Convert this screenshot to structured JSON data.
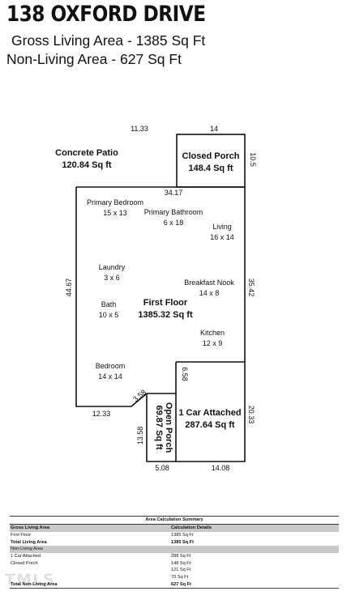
{
  "header": {
    "title": "138 OXFORD DRIVE",
    "gross_living": "Gross Living Area - 1385 Sq Ft",
    "non_living": "Non-Living Area - 627 Sq Ft"
  },
  "plan": {
    "dims": {
      "patio_top": "11.33",
      "porch_top": "14",
      "porch_right": "10.5",
      "main_top": "34.17",
      "left": "44.67",
      "right": "35.42",
      "garage_left": "6.58",
      "garage_right": "20.33",
      "diag": "3.58",
      "bottom_left": "12.33",
      "openporch_left": "13.58",
      "openporch_bottom": "5.08",
      "garage_bottom": "14.08"
    },
    "areas": {
      "patio_name": "Concrete Patio",
      "patio_sqft": "120.84 Sq ft",
      "closed_porch_name": "Closed Porch",
      "closed_porch_sqft": "148.4 Sq ft",
      "first_floor_name": "First Floor",
      "first_floor_sqft": "1385.32 Sq ft",
      "garage_name": "1 Car Attached",
      "garage_sqft": "287.64 Sq ft",
      "open_porch_name": "Open Porch",
      "open_porch_sqft": "69.87 Sq ft"
    },
    "rooms": {
      "primary_bed": "Primary Bedroom",
      "primary_bed_size": "15 x 13",
      "primary_bath": "Primary Bathroom",
      "primary_bath_size": "6 x 18",
      "living": "Living",
      "living_size": "16 x 14",
      "laundry": "Laundry",
      "laundry_size": "3 x 6",
      "breakfast": "Breakfast Nook",
      "breakfast_size": "14 x 8",
      "bath": "Bath",
      "bath_size": "10 x 5",
      "kitchen": "Kitchen",
      "kitchen_size": "12 x 9",
      "bedroom": "Bedroom",
      "bedroom_size": "14 x 14"
    }
  },
  "summary": {
    "title": "Area Calculation Summary",
    "col1": "Gross Living Area",
    "col2": "Calculation Details",
    "first_floor": "First Floor",
    "first_floor_val": "1385 Sq Ft",
    "total_living": "Total Living Area",
    "total_living_val": "1385 Sq Ft",
    "non_living_hdr": "Non-Living Area",
    "garage": "1 Car Attached",
    "garage_val": "288 Sq Ft",
    "closed_porch": "Closed Porch",
    "closed_porch_val": "148 Sq Ft",
    "row3_val": "121 Sq Ft",
    "row4_val": "70 Sq Ft",
    "total_non_living": "Total Non-Living Area",
    "total_non_living_val": "627 Sq Ft"
  },
  "watermark": "TMLS"
}
